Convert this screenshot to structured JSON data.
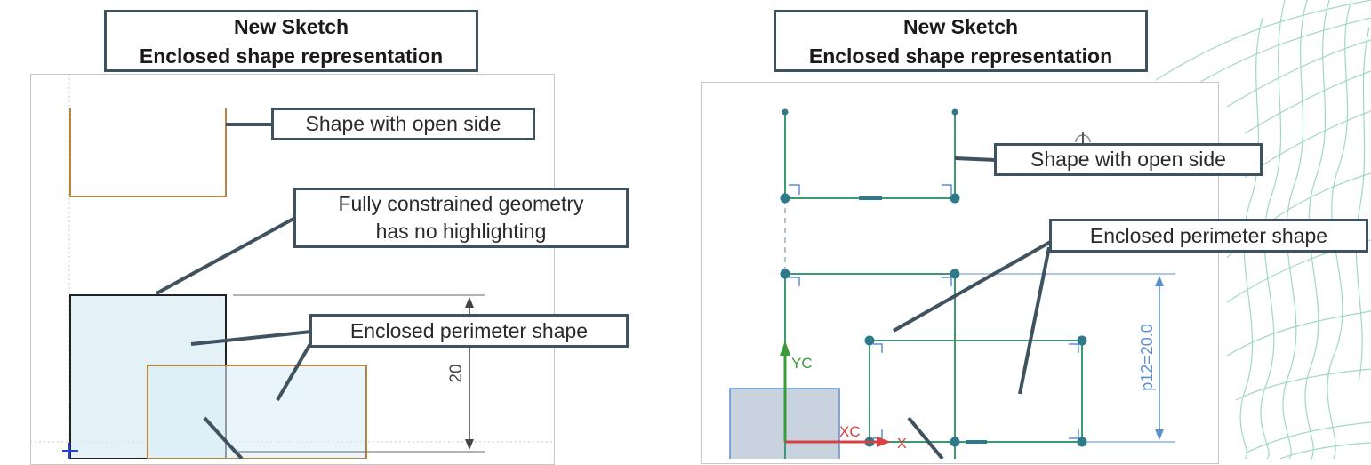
{
  "left": {
    "title_line1": "New Sketch",
    "title_line2": "Enclosed shape representation",
    "callout_open_side": "Shape with open side",
    "callout_constrained_line1": "Fully constrained geometry",
    "callout_constrained_line2": "has no highlighting",
    "callout_enclosed": "Enclosed perimeter shape",
    "dimension_label": "20"
  },
  "right": {
    "title_line1": "New Sketch",
    "title_line2": "Enclosed shape representation",
    "callout_open_side": "Shape with open side",
    "callout_enclosed": "Enclosed perimeter shape",
    "dimension_label": "p12=20.0",
    "axis_yc": "YC",
    "axis_xc": "XC",
    "axis_x": "X"
  },
  "colors": {
    "callout_border": "#3f5260",
    "open_shape": "#b98440",
    "sketch_green": "#3d9a6e",
    "dimension_blue": "#5a8fd0",
    "enclosed_fill": "#dbeef6",
    "contour_lines": "#7fc9a6"
  }
}
